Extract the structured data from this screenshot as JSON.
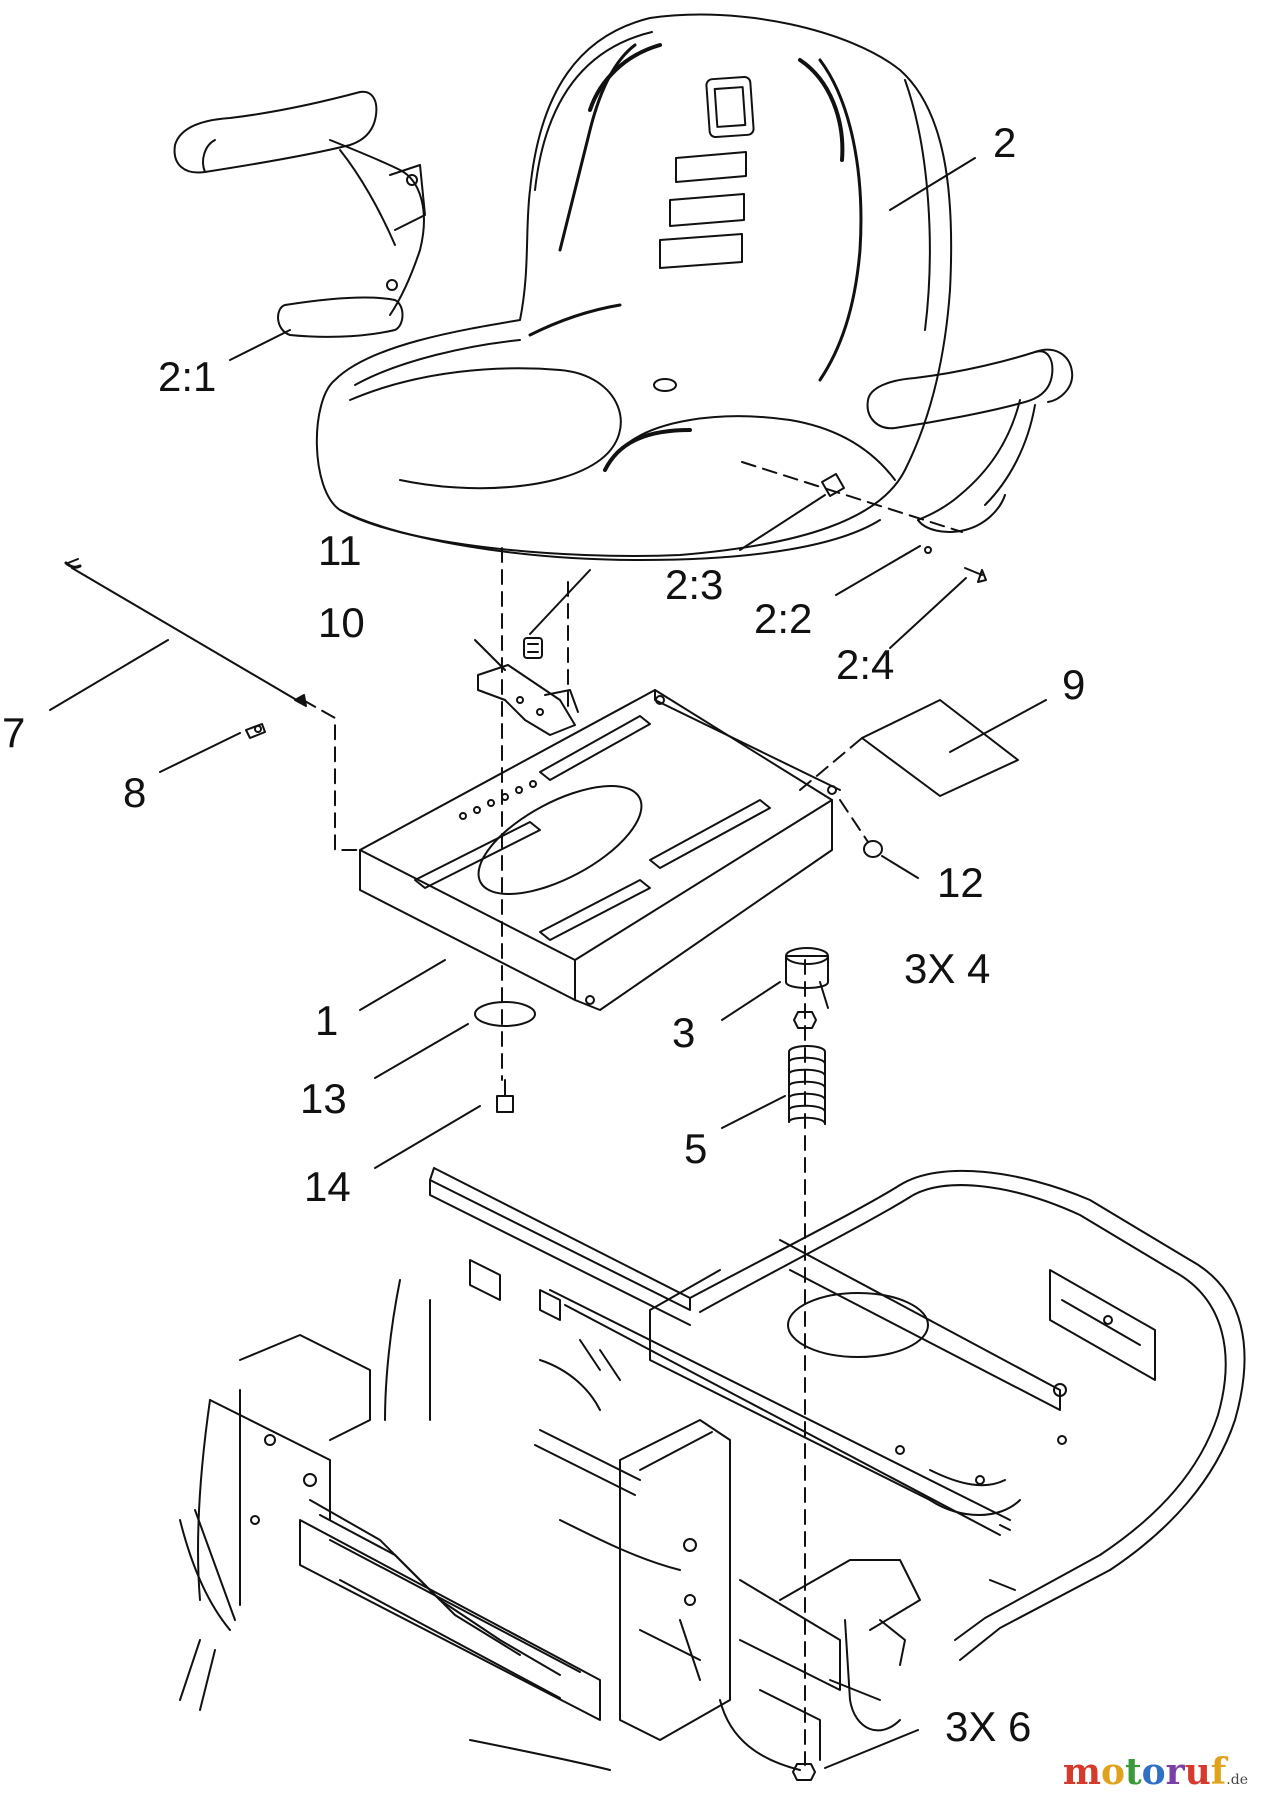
{
  "diagram": {
    "callouts": {
      "c2": "2",
      "c2_1": "2:1",
      "c2_2": "2:2",
      "c2_3": "2:3",
      "c2_4": "2:4",
      "c11": "11",
      "c10": "10",
      "c7": "7",
      "c8": "8",
      "c9": "9",
      "c12": "12",
      "c1": "1",
      "c3": "3",
      "c3x4": "3X 4",
      "c13": "13",
      "c5": "5",
      "c14": "14",
      "c3x6": "3X 6"
    },
    "watermark": {
      "letters": [
        "m",
        "o",
        "t",
        "o",
        "r",
        "u",
        "f"
      ],
      "letter_colors": [
        "#d63a2c",
        "#e0a21a",
        "#3a9a3a",
        "#2f6fc4",
        "#7a3fa8",
        "#d63a2c",
        "#e0a21a"
      ],
      "tld": ".de"
    },
    "colors": {
      "line": "#111111",
      "background": "#ffffff"
    }
  }
}
